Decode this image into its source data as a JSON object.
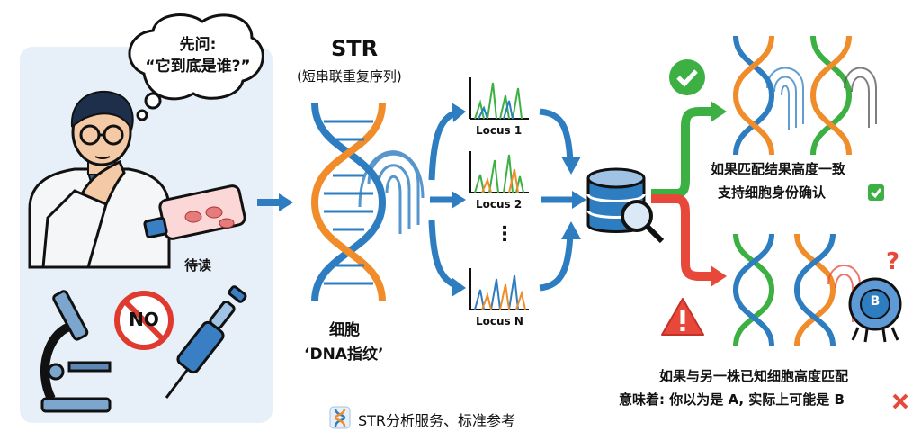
{
  "bubble": {
    "line1": "先问:",
    "line2": "“它到底是谁?”"
  },
  "flask_label": "待读",
  "no_badge": "NO",
  "str": {
    "title": "STR",
    "subtitle": "(短串联重复序列)"
  },
  "dna_caption": {
    "line1": "细胞",
    "line2": "‘DNA指纹’"
  },
  "loci": {
    "locus1": "Locus 1",
    "locus2": "Locus 2",
    "dots": "⋮",
    "locusN": "Locus N"
  },
  "match": {
    "line1": "如果匹配结果高度一致",
    "line2": "支持细胞身份确认"
  },
  "mismatch": {
    "line1": "如果与另一株已知细胞高度匹配",
    "line2": "意味着: 你以为是 A, 实际上可能是 B"
  },
  "cell_b_letter": "B",
  "question_mark": "?",
  "footer": "STR分析服务、标准参考",
  "colors": {
    "blue_arrow": "#2d7dc0",
    "green": "#3cb043",
    "red": "#e8483a",
    "panel": "#e7f0f8"
  }
}
